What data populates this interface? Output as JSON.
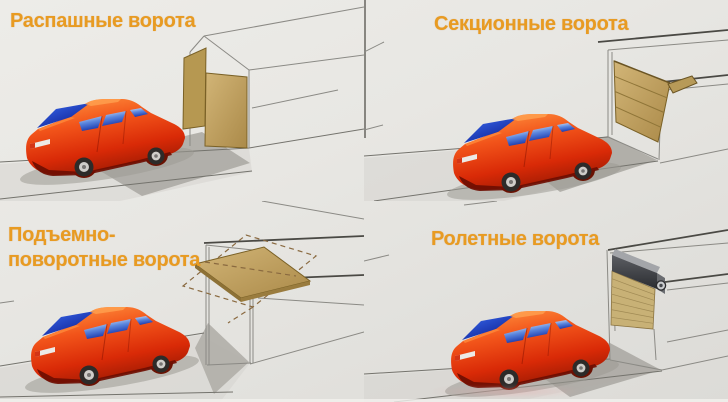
{
  "page": {
    "background_color": "#e7e6e2",
    "title_color": "#e89b22",
    "door_color": "#c3a55e",
    "car_color": "#e23c10",
    "road_color": "#a9a7a1"
  },
  "panels": [
    {
      "title_lines": [
        "Распашные ворота"
      ],
      "illustration": "red-car-approaching-garage-with-swing-gates"
    },
    {
      "title_lines": [
        "Секционные ворота"
      ],
      "illustration": "red-car-approaching-garage-with-sectional-gate"
    },
    {
      "title_lines": [
        "Подъемно-",
        "поворотные ворота"
      ],
      "illustration": "red-car-approaching-garage-with-up-and-over-gate"
    },
    {
      "title_lines": [
        "Ролетные ворота"
      ],
      "illustration": "red-car-approaching-garage-with-roller-shutter-gate"
    }
  ]
}
